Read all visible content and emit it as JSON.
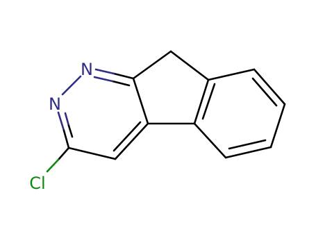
{
  "molecule": {
    "atoms": {
      "n_top": {
        "symbol": "N",
        "color": "#2e2e86"
      },
      "n_left": {
        "symbol": "N",
        "color": "#2e2e86"
      },
      "cl": {
        "symbol": "Cl",
        "color": "#0b8a0b"
      }
    },
    "colors": {
      "bond": "#000000",
      "nitrogen": "#2e2e86",
      "chlorine": "#0b8a0b",
      "background": "#ffffff"
    }
  }
}
